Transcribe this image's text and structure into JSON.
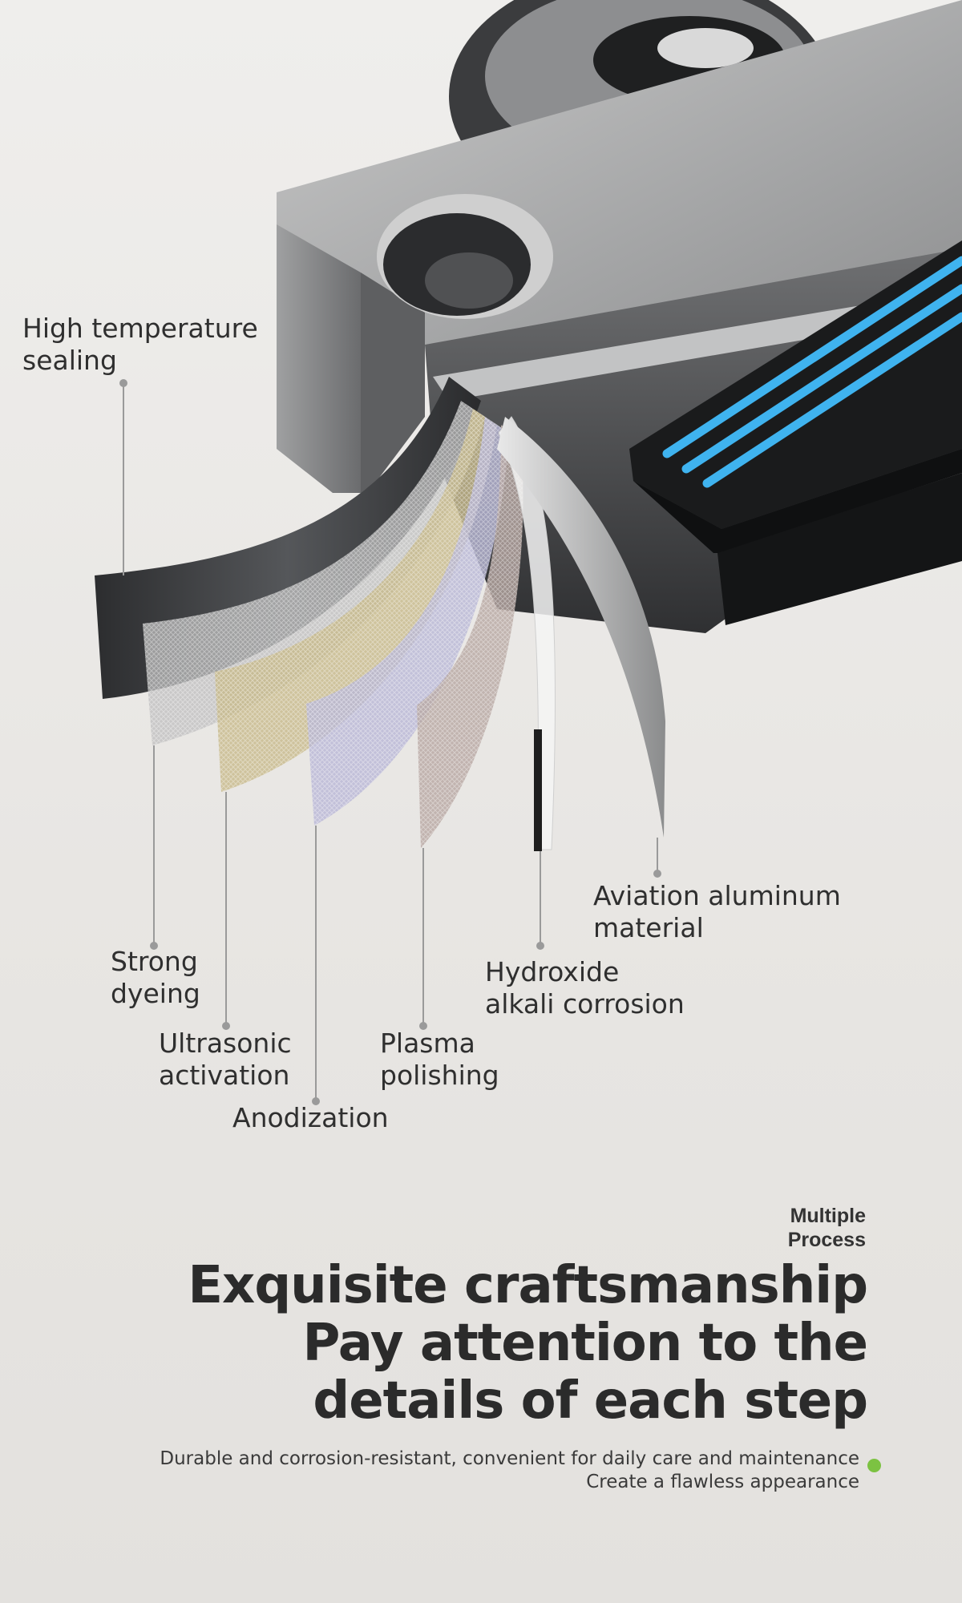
{
  "callouts": {
    "high_temp": "High temperature\nsealing",
    "strong_dyeing": "Strong\ndyeing",
    "ultrasonic": "Ultrasonic\nactivation",
    "anodization": "Anodization",
    "plasma": "Plasma\npolishing",
    "hydroxide": "Hydroxide\nalkali corrosion",
    "aviation": "Aviation aluminum\nmaterial"
  },
  "eyebrow": "Multiple\nProcess",
  "headline": {
    "line1": "Exquisite craftsmanship",
    "line2": "Pay attention to the",
    "line3": "details of each step"
  },
  "description": {
    "line1": "Durable and corrosion-resistant, convenient for daily care and maintenance",
    "line2": "Create a flawless appearance"
  },
  "colors": {
    "accent_dot": "#7cc242",
    "led_blue": "#3fb3ef",
    "metal_dark": "#3a3b3d",
    "metal_light": "#a9aaab"
  }
}
